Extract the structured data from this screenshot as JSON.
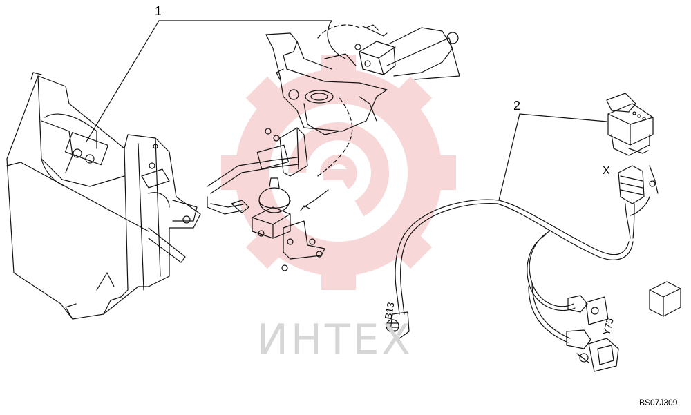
{
  "diagram": {
    "callouts": [
      {
        "id": "1",
        "label": "1"
      },
      {
        "id": "2",
        "label": "2"
      }
    ],
    "connector_labels": {
      "b13": "B13",
      "y75": "Y75",
      "x": "X"
    },
    "drawing_code": "BS07J309",
    "watermark_text": "ИНТЕХ",
    "colors": {
      "line": "#111111",
      "watermark_red": "#f2b8b8",
      "watermark_gray": "#d6d6d6"
    }
  }
}
